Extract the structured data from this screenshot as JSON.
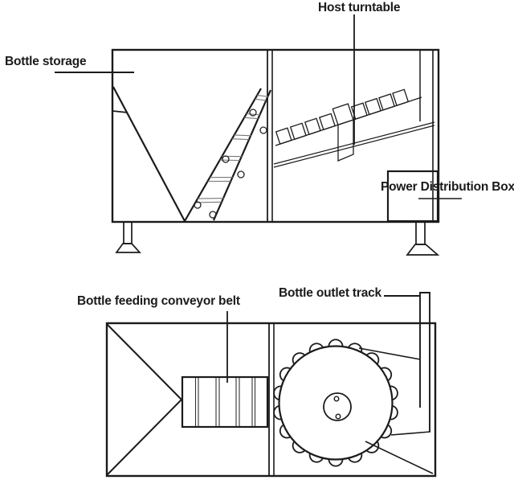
{
  "diagram": {
    "title_labels": {
      "host_turntable": "Host turntable",
      "bottle_storage": "Bottle storage",
      "power_distribution_box": "Power Distribution Box",
      "bottle_feeding_conveyor_belt": "Bottle feeding conveyor belt",
      "bottle_outlet_track": "Bottle outlet track"
    },
    "colors": {
      "background": "#ffffff",
      "line": "#1b1b1b",
      "thin_line": "#333333",
      "hatch_line": "#777777"
    }
  }
}
